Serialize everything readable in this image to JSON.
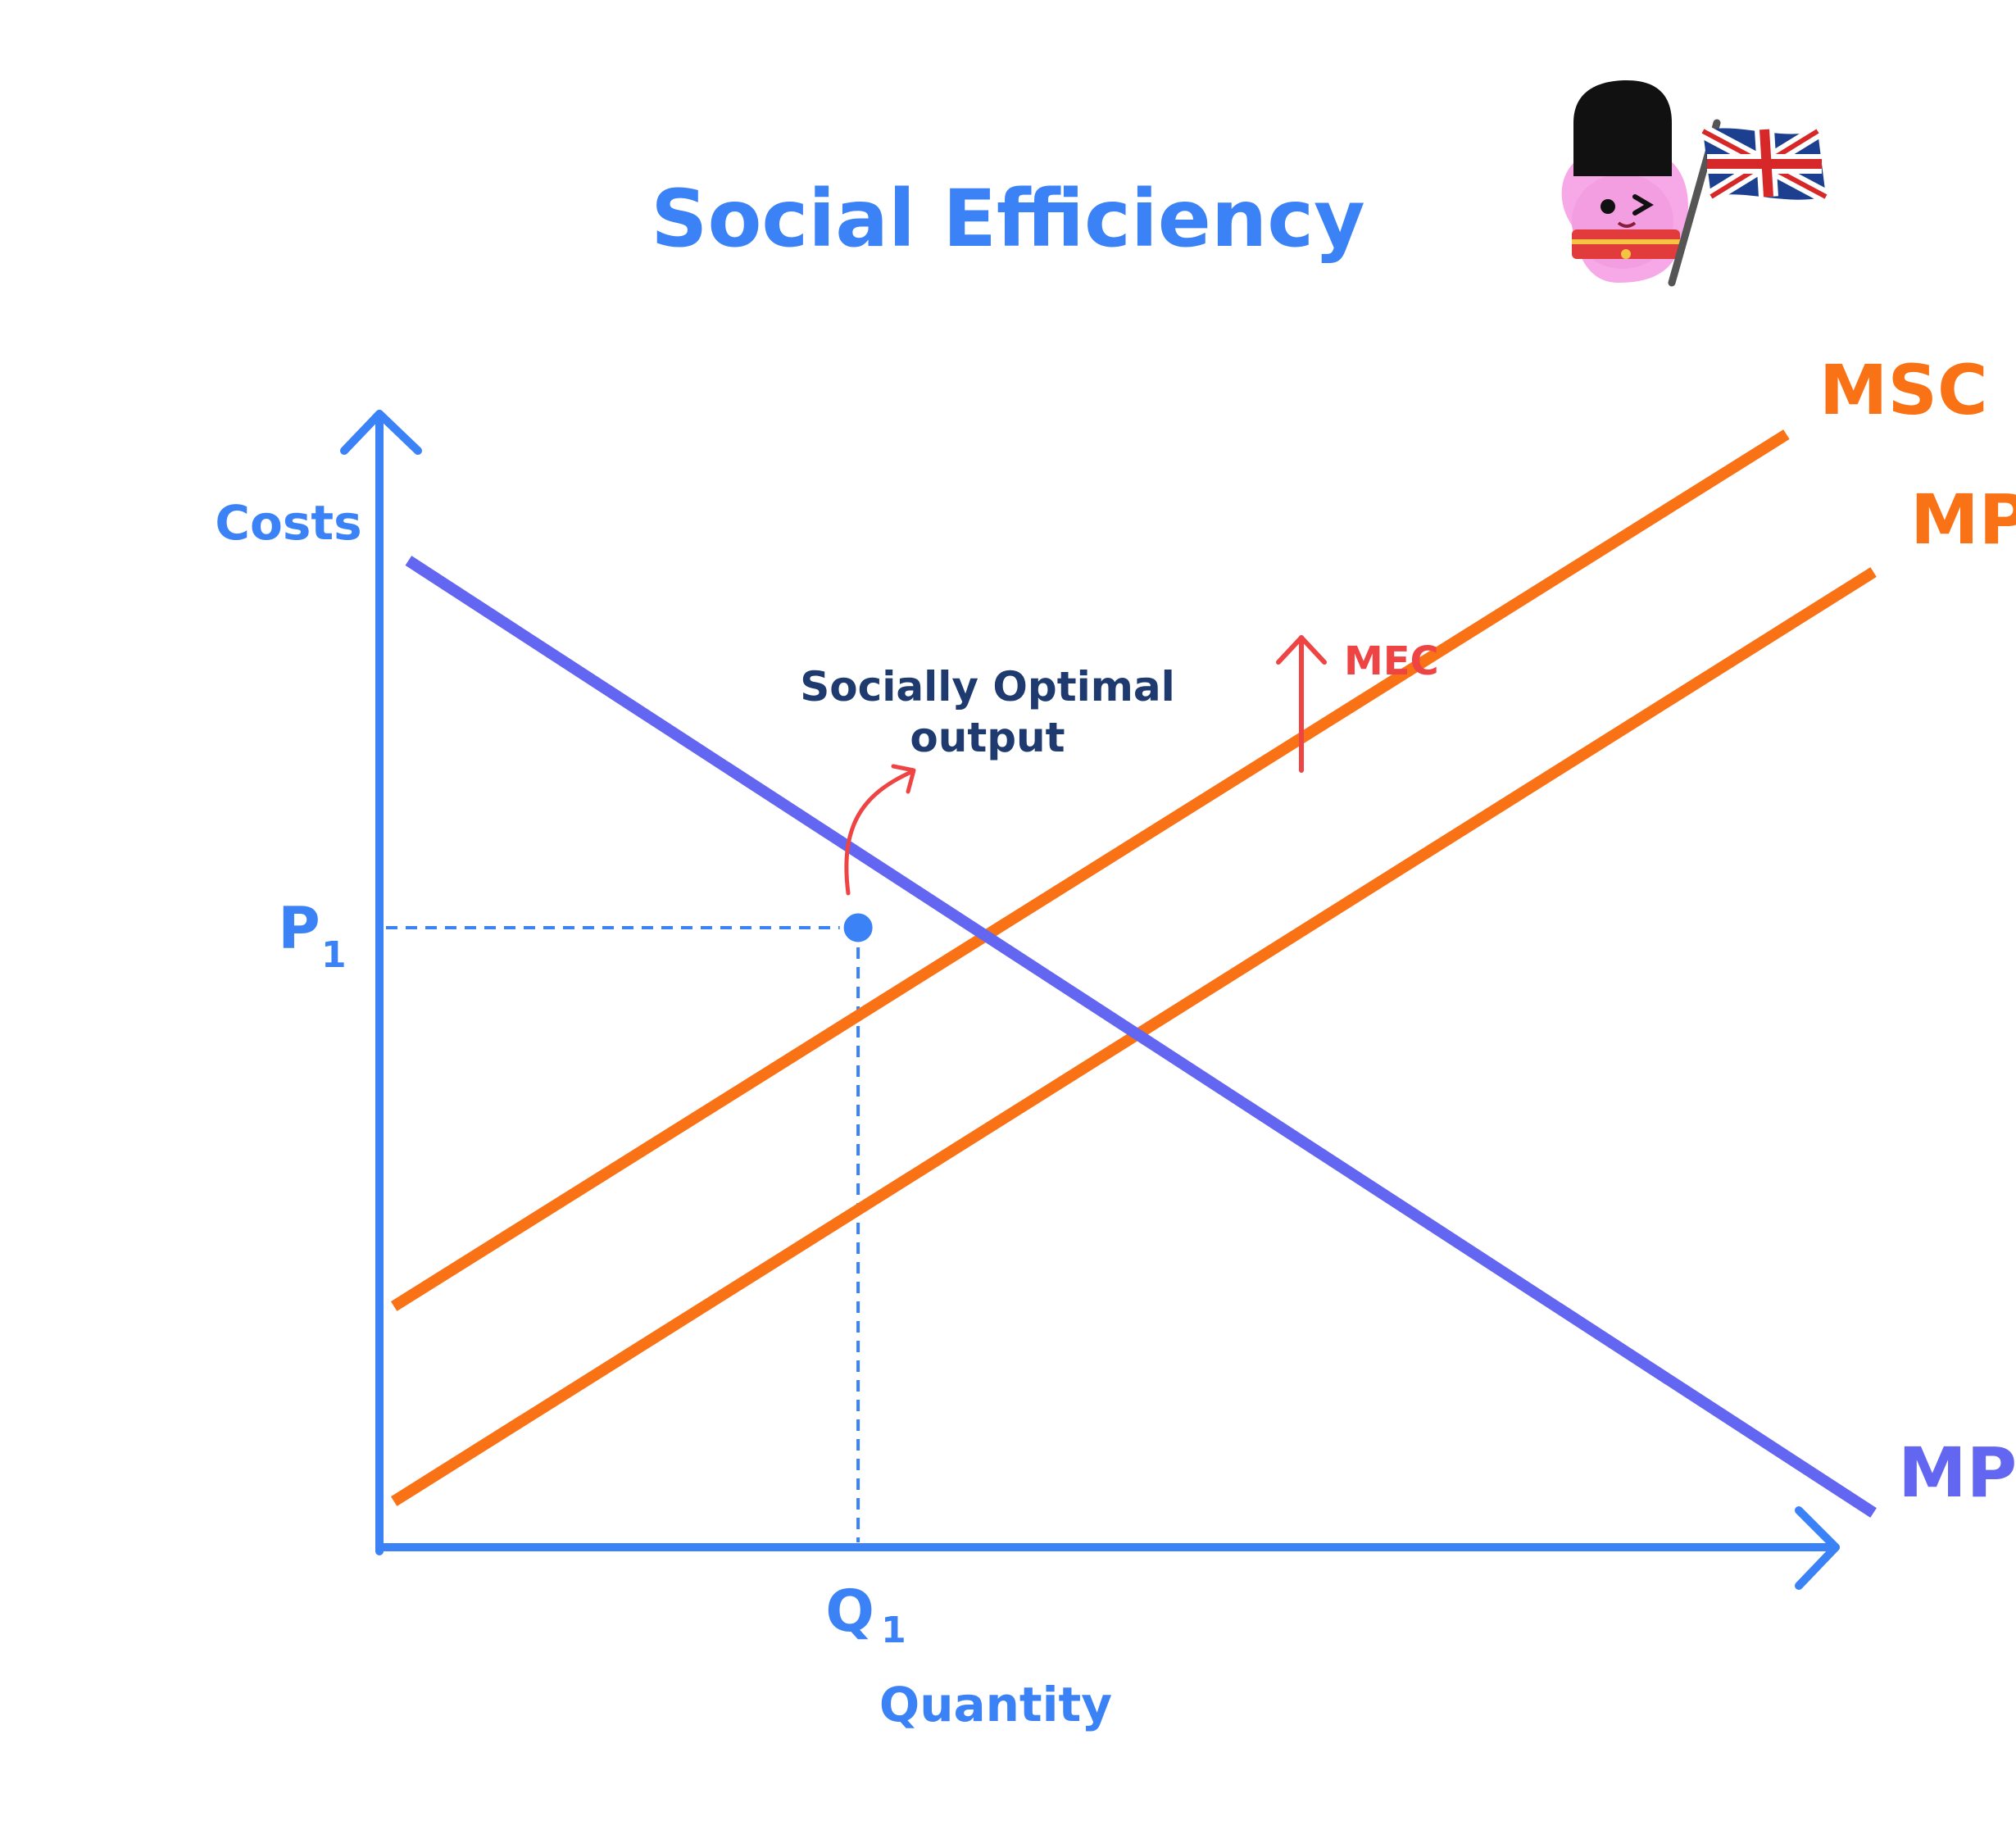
{
  "chart_data": {
    "type": "line",
    "title": "Social Efficiency",
    "xlabel": "Quantity",
    "ylabel": "Costs",
    "xlim": [
      0,
      100
    ],
    "ylim": [
      0,
      100
    ],
    "grid": false,
    "series": [
      {
        "name": "MSC",
        "x": [
          1,
          97
        ],
        "y": [
          21,
          97
        ],
        "color": "#f97316"
      },
      {
        "name": "MPC",
        "x": [
          1,
          103
        ],
        "y": [
          4,
          85
        ],
        "color": "#f97316"
      },
      {
        "name": "MPB=MSB",
        "x": [
          2,
          103
        ],
        "y": [
          86,
          3
        ],
        "color": "#6366f1"
      }
    ],
    "equilibrium": {
      "x": 33,
      "y": 54,
      "x_label": "Q",
      "x_label_sub": "1",
      "y_label": "P",
      "y_label_sub": "1"
    },
    "annotations": {
      "optimum": [
        "Socially Optimal",
        "output"
      ],
      "mec": "MEC"
    },
    "colors": {
      "axis": "#3b82f6",
      "title": "#3b82f6",
      "demand": "#6366f1",
      "supply": "#f97316",
      "annotation_text": "#1e3a6e",
      "arrow": "#ef4444",
      "point": "#3b82f6"
    }
  },
  "mascot": {
    "icon": "royal-guard-mascot-icon",
    "flag": "union-jack-flag-icon"
  }
}
